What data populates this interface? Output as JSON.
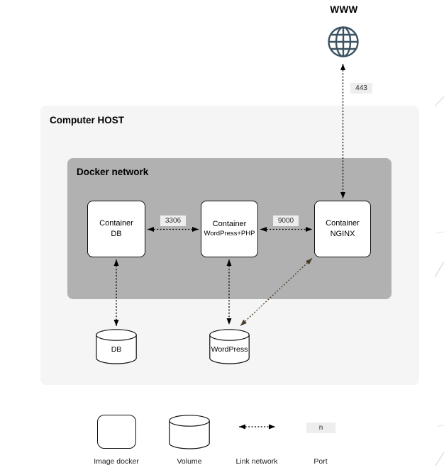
{
  "colors": {
    "host_bg": "#f5f5f5",
    "network_bg": "#b1b1b1",
    "port_chip_bg": "#eeeeee",
    "globe_stroke": "#3d5361",
    "link_stroke": "#000000",
    "nginx_volume_link_stroke": "#4a3b28"
  },
  "www": {
    "label": "WWW"
  },
  "host": {
    "label": "Computer HOST"
  },
  "network": {
    "label": "Docker network"
  },
  "containers": {
    "db": {
      "line1": "Container",
      "line2": "DB"
    },
    "wordpress": {
      "line1": "Container",
      "line2": "WordPress+PHP"
    },
    "nginx": {
      "line1": "Container",
      "line2": "NGINX"
    }
  },
  "ports": {
    "https": "443",
    "mysql": "3306",
    "php_fpm": "9000"
  },
  "volumes": {
    "db": {
      "label": "DB"
    },
    "wordpress": {
      "label": "WordPress"
    }
  },
  "legend": {
    "image_docker": {
      "label": "Image docker"
    },
    "volume": {
      "label": "Volume"
    },
    "link_network": {
      "label": "Link network"
    },
    "port": {
      "label": "Port",
      "symbol": "n"
    }
  }
}
